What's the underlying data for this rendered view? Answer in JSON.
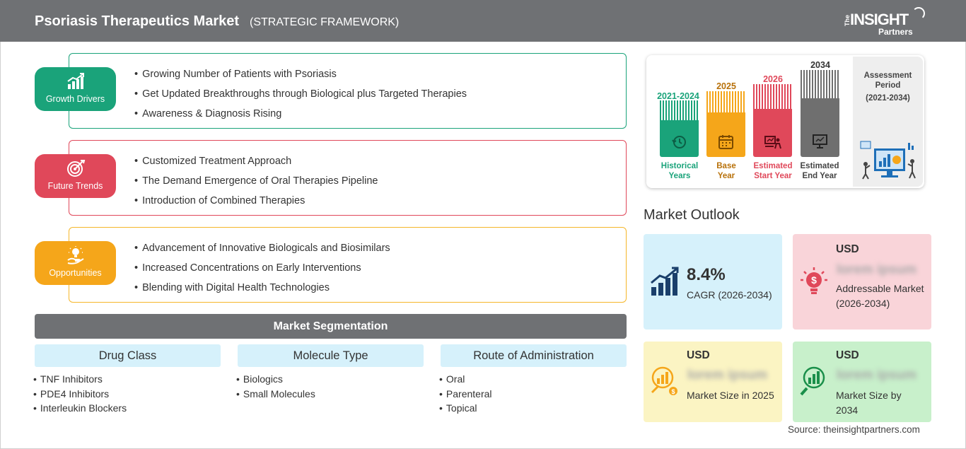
{
  "header": {
    "title": "Psoriasis Therapeutics Market",
    "subtitle": "(STRATEGIC FRAMEWORK)",
    "logo": {
      "the": "The",
      "main": "INSIGHT",
      "partners": "Partners"
    }
  },
  "framework": [
    {
      "tag": "Growth Drivers",
      "icon": "growth-chart-icon",
      "color": "#1aa37a",
      "items": [
        "Growing Number of Patients with Psoriasis",
        "Get Updated Breakthroughs through Biological plus Targeted Therapies",
        "Awareness & Diagnosis Rising"
      ]
    },
    {
      "tag": "Future Trends",
      "icon": "target-icon",
      "color": "#e0485a",
      "items": [
        "Customized Treatment Approach",
        "The Demand Emergence of Oral Therapies Pipeline",
        "Introduction of Combined Therapies"
      ]
    },
    {
      "tag": "Opportunities",
      "icon": "lightbulb-hand-icon",
      "color": "#f5a61a",
      "items": [
        "Advancement of Innovative Biologicals and Biosimilars",
        "Increased Concentrations on Early Interventions",
        "Blending with Digital Health Technologies"
      ]
    }
  ],
  "segmentation": {
    "title": "Market Segmentation",
    "columns": [
      {
        "heading": "Drug Class",
        "items": [
          "TNF Inhibitors",
          "PDE4 Inhibitors",
          "Interleukin Blockers"
        ]
      },
      {
        "heading": "Molecule Type",
        "items": [
          "Biologics",
          "Small Molecules"
        ]
      },
      {
        "heading": "Route of Administration",
        "items": [
          "Oral",
          "Parenteral",
          "Topical"
        ]
      }
    ]
  },
  "timeline": {
    "stages": [
      {
        "year": "2021-2024",
        "label": [
          "Historical",
          "Years"
        ],
        "color": "#1aa37a",
        "icon": "history-icon"
      },
      {
        "year": "2025",
        "label": [
          "Base",
          "Year"
        ],
        "color": "#f5a61a",
        "icon": "calendar-icon"
      },
      {
        "year": "2026",
        "label": [
          "Estimated",
          "Start Year"
        ],
        "color": "#e0485a",
        "icon": "presentation-icon"
      },
      {
        "year": "2034",
        "label": [
          "Estimated",
          "End Year"
        ],
        "color": "#6f6f6f",
        "icon": "monitor-icon"
      }
    ],
    "assessment": {
      "title": [
        "Assessment",
        "Period"
      ],
      "period": "(2021-2034)"
    }
  },
  "outlook": {
    "title": "Market Outlook",
    "cagr": {
      "value": "8.4%",
      "label": "CAGR (2026-2034)"
    },
    "addressable": {
      "currency": "USD",
      "value": "lorem ipsum",
      "label": "Addressable Market (2026-2034)"
    },
    "size_2025": {
      "currency": "USD",
      "value": "lorem ipsum",
      "label": "Market Size in 2025"
    },
    "size_2034": {
      "currency": "USD",
      "value": "lorem ipsum",
      "label": "Market Size by 2034"
    }
  },
  "source": "Source: theinsightpartners.com"
}
